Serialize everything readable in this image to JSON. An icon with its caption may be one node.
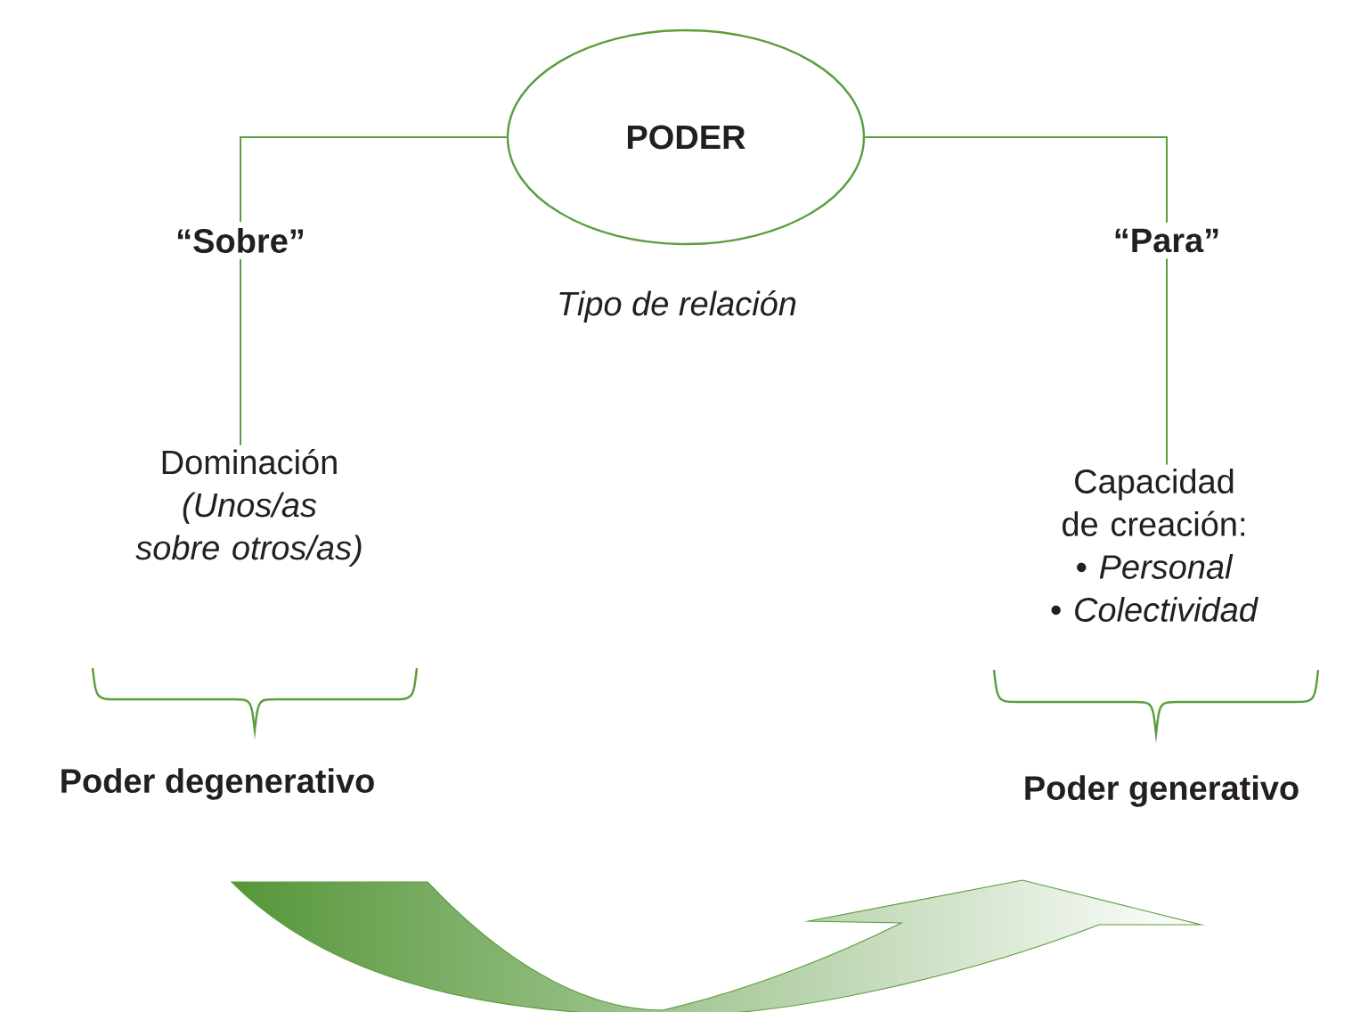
{
  "diagram": {
    "nodes": [
      {
        "text": [
          "PODER"
        ]
      },
      {
        "text": [
          "“Sobre”"
        ]
      },
      {
        "text": [
          "“Para”"
        ]
      },
      {
        "text": [
          "Dominación",
          "(Unos/as sobre otros/as)"
        ]
      },
      {
        "text": [
          "Capacidad de creación:",
          "• *Personal*",
          "• *Colectividad*"
        ]
      },
      {
        "text": [
          "Poder degenerativo"
        ]
      },
      {
        "text": [
          "Poder generativo"
        ]
      }
    ],
    "edges": [
      {
        "from": 0,
        "to": 1,
        "arrow": "none"
      },
      {
        "from": 0,
        "to": 2,
        "arrow": "none"
      },
      {
        "from": 1,
        "to": 3,
        "arrow": "none"
      },
      {
        "from": 2,
        "to": 4,
        "arrow": "none"
      }
    ],
    "labels": [
      "Tipo de relación"
    ]
  }
}
